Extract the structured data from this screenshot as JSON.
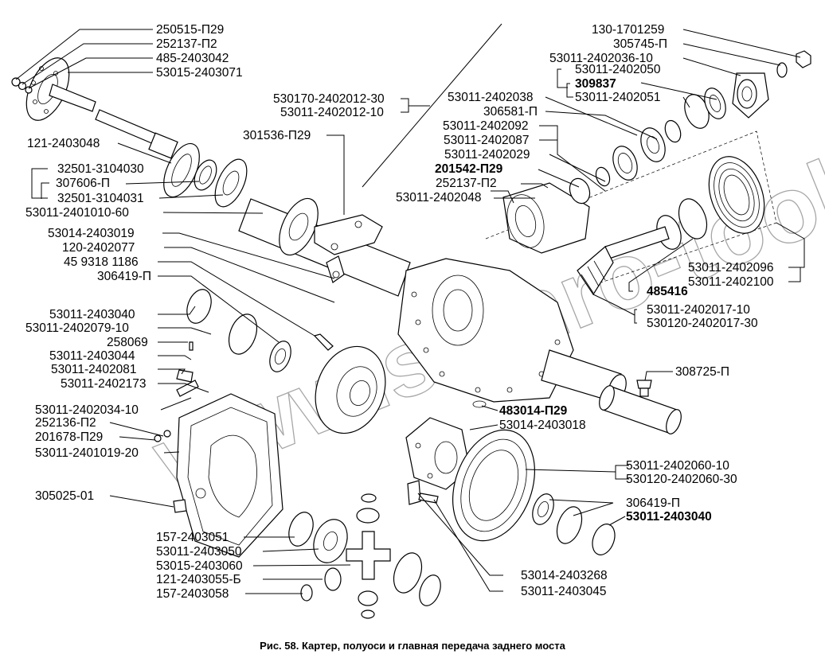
{
  "figure": {
    "caption": "Рис. 58. Картер, полуоси и главная передача заднего моста",
    "watermark": "www.sinhro-tool.kz"
  },
  "labels": {
    "l01": "250515-П29",
    "l02": "252137-П2",
    "l03": "485-2403042",
    "l04": "53015-2403071",
    "l05": "121-2403048",
    "l06": "32501-3104030",
    "l07": "307606-П",
    "l08": "32501-3104031",
    "l09": "53011-2401010-60",
    "l10": "53014-2403019",
    "l11": "120-2402077",
    "l12": "45 9318 1186",
    "l13": "306419-П",
    "l14": "53011-2403040",
    "l15": "53011-2402079-10",
    "l16": "258069",
    "l17": "53011-2403044",
    "l18": "53011-2402081",
    "l19": "53011-2402173",
    "l20": "53011-2402034-10",
    "l21": "252136-П2",
    "l22": "201678-П29",
    "l23": "53011-2401019-20",
    "l24": "305025-01",
    "l25": "157-2403051",
    "l26": "53011-2403050",
    "l27": "53015-2403060",
    "l28": "121-2403055-Б",
    "l29": "157-2403058",
    "l30": "530170-2402012-30",
    "l31": "53011-2402012-10",
    "l32": "301536-П29",
    "l33": "53011-2402038",
    "l34": "306581-П",
    "l35": "53011-2402092",
    "l36": "53011-2402087",
    "l37": "53011-2402029",
    "l38": "201542-П29",
    "l39": "252137-П2",
    "l40": "53011-2402048",
    "l41": "130-1701259",
    "l42": "305745-П",
    "l43": "53011-2402036-10",
    "l44": "53011-2402050",
    "l45": "309837",
    "l46": "53011-2402051",
    "l47": "53011-2402096",
    "l48": "53011-2402100",
    "l49": "485416",
    "l50": "53011-2402017-10",
    "l51": "530120-2402017-30",
    "l52": "308725-П",
    "l53": "483014-П29",
    "l54": "53014-2403018",
    "l55": "53011-2402060-10",
    "l56": "530120-2402060-30",
    "l57": "306419-П",
    "l58": "53011-2403040",
    "l59": "53014-2403268",
    "l60": "53011-2403045"
  }
}
